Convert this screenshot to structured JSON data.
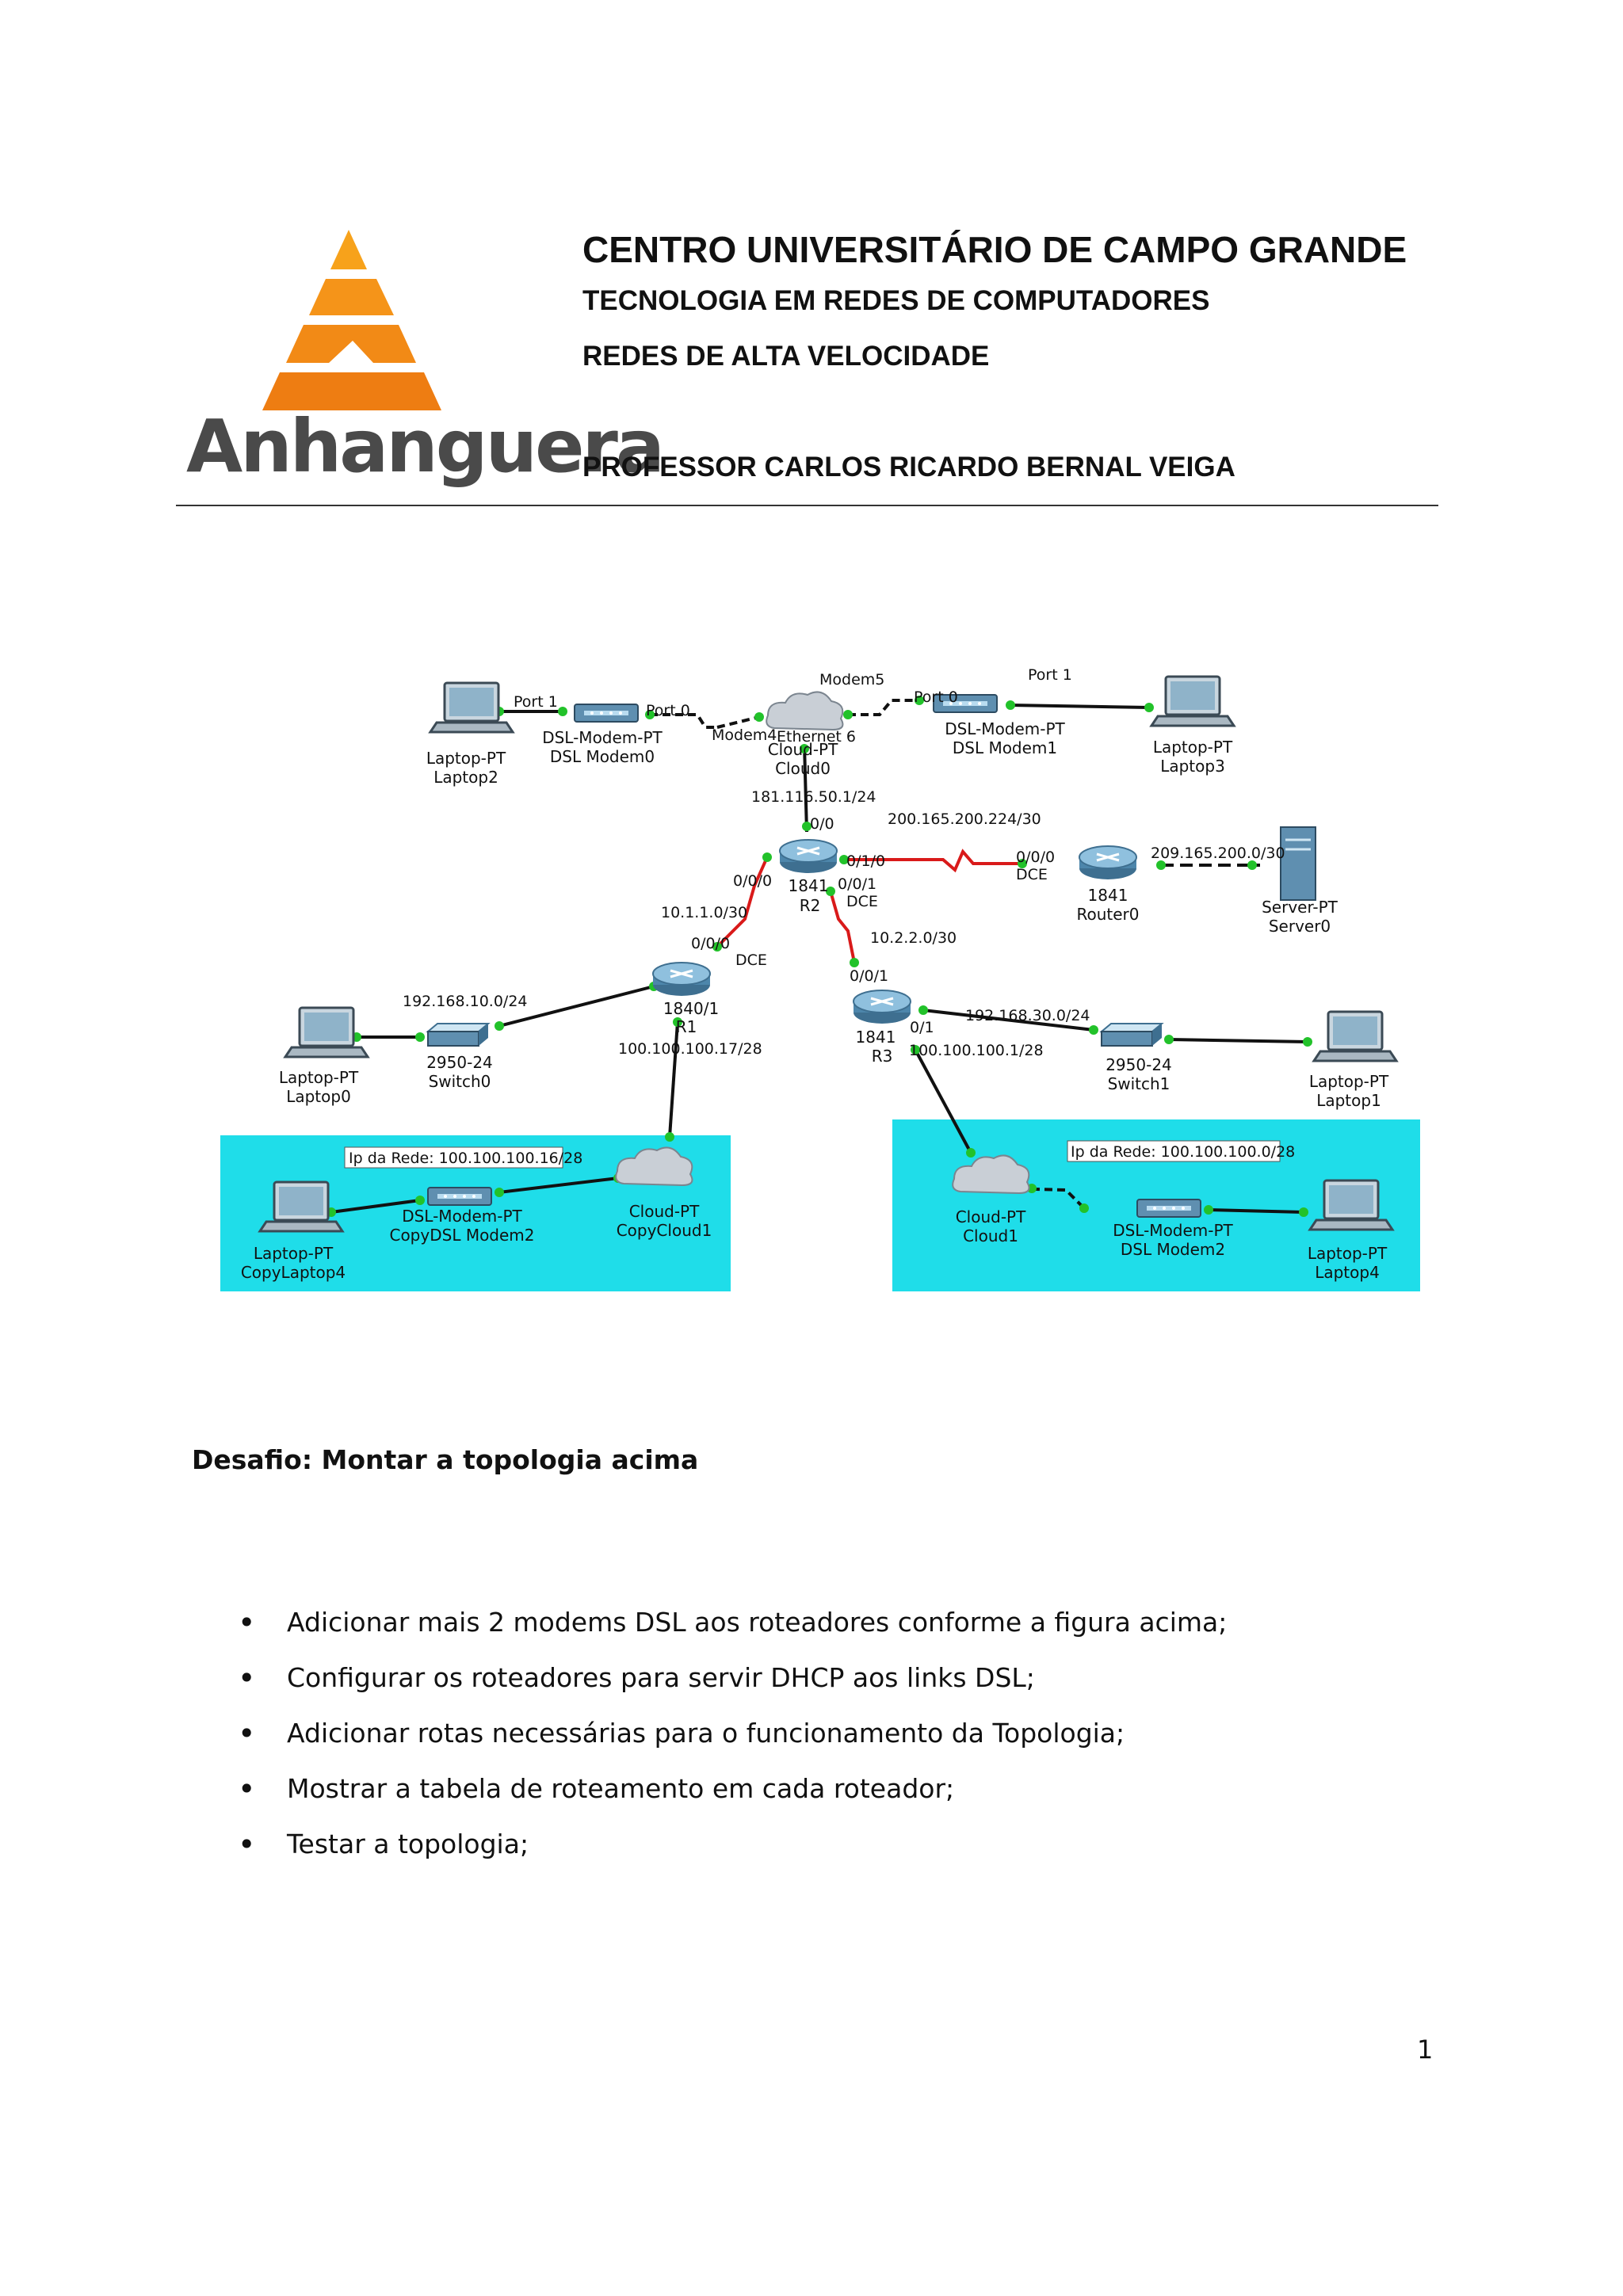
{
  "header": {
    "logo_text": "Anhanguera",
    "institution": "CENTRO UNIVERSITÁRIO DE CAMPO GRANDE",
    "course": "TECNOLOGIA EM REDES DE COMPUTADORES",
    "subject": "REDES DE ALTA VELOCIDADE",
    "professor": "PROFESSOR CARLOS RICARDO BERNAL VEIGA"
  },
  "colors": {
    "lan_highlight": "#1fdde9",
    "serial_link": "#d91a1a",
    "link_endpoint": "#22c22a",
    "logo_orange": "#f28a16"
  },
  "diagram": {
    "devices": {
      "laptop2": [
        "Laptop-PT",
        "Laptop2"
      ],
      "dsl_modem0": [
        "DSL-Modem-PT",
        "DSL Modem0"
      ],
      "cloud0": [
        "Cloud-PT",
        "Cloud0"
      ],
      "dsl_modem1": [
        "DSL-Modem-PT",
        "DSL Modem1"
      ],
      "laptop3": [
        "Laptop-PT",
        "Laptop3"
      ],
      "r2": [
        "1841",
        "R2"
      ],
      "router0": [
        "1841",
        "Router0"
      ],
      "server0": [
        "Server-PT",
        "Server0"
      ],
      "r1": [
        "1840/1",
        "R1"
      ],
      "r3": [
        "1841",
        "R3"
      ],
      "switch0": [
        "2950-24",
        "Switch0"
      ],
      "laptop0": [
        "Laptop-PT",
        "Laptop0"
      ],
      "switch1": [
        "2950-24",
        "Switch1"
      ],
      "laptop1": [
        "Laptop-PT",
        "Laptop1"
      ],
      "copylaptop4": [
        "Laptop-PT",
        "CopyLaptop4"
      ],
      "copydsl_modem2": [
        "DSL-Modem-PT",
        "CopyDSL Modem2"
      ],
      "copycloud1": [
        "Cloud-PT",
        "CopyCloud1"
      ],
      "cloud1": [
        "Cloud-PT",
        "Cloud1"
      ],
      "dsl_modem2": [
        "DSL-Modem-PT",
        "DSL Modem2"
      ],
      "laptop4": [
        "Laptop-PT",
        "Laptop4"
      ]
    },
    "labels": {
      "port1_left": "Port 1",
      "port0_left": "Port 0",
      "modem5": "Modem5",
      "modem4": "Modem4",
      "ethernet6": "Ethernet 6",
      "port0_right": "Port 0",
      "port1_right": "Port 1",
      "net_181": "181.116.50.1/24",
      "if_r2_top": "0/0",
      "net_200": "200.165.200.224/30",
      "if_r2_010": "0/1/0",
      "if_r0_000": "0/0/0",
      "dce_r0": "DCE",
      "net_209": "209.165.200.0/30",
      "if_r2_000": "0/0/0",
      "if_r2_001": "0/0/1",
      "dce_r2": "DCE",
      "net_10_1": "10.1.1.0/30",
      "net_10_2": "10.2.2.0/30",
      "if_r1_000": "0/0/0",
      "dce_r1": "DCE",
      "if_r3_001": "0/0/1",
      "if_r3_01": "0/1",
      "net_192_10": "192.168.10.0/24",
      "net_192_30": "192.168.30.0/24",
      "net_100_17": "100.100.100.17/28",
      "net_100_1": "100.100.100.1/28",
      "lan_left_net": "Ip da Rede: 100.100.100.16/28",
      "lan_right_net": "Ip da Rede: 100.100.100.0/28"
    }
  },
  "content": {
    "challenge": "Desafio: Montar a topologia acima",
    "tasks": [
      "Adicionar mais 2 modems DSL aos roteadores conforme a figura acima;",
      "Configurar os roteadores para servir DHCP aos links DSL;",
      "Adicionar rotas necessárias para o funcionamento da Topologia;",
      "Mostrar a tabela de roteamento em cada roteador;",
      "Testar a topologia;"
    ],
    "page_number": "1"
  }
}
